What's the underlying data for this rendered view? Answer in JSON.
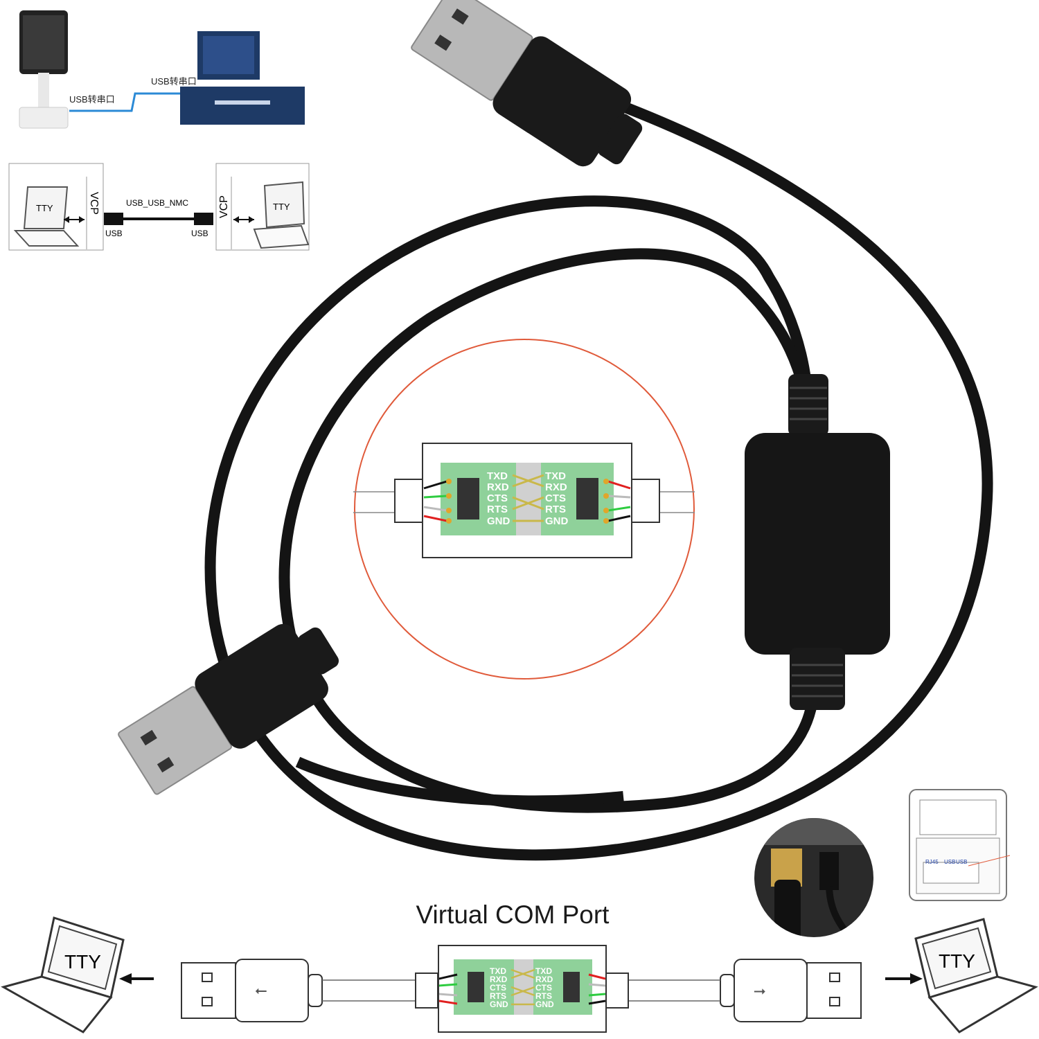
{
  "top_left_photo": {
    "label_left": "USB转串口",
    "label_right": "USB转串口"
  },
  "vcp_diagram": {
    "left_tty": "TTY",
    "right_tty": "TTY",
    "left_vcp": "VCP",
    "right_vcp": "VCP",
    "cable_label": "USB_USB_NMC",
    "left_usb": "USB",
    "right_usb": "USB"
  },
  "pcb_signals": [
    "TXD",
    "RXD",
    "CTS",
    "RTS",
    "GND"
  ],
  "bottom": {
    "title": "Virtual COM Port",
    "left_tty": "TTY",
    "right_tty": "TTY"
  },
  "printer_sketch": {
    "port_labels": [
      "RJ45",
      "USB",
      "USB"
    ]
  },
  "colors": {
    "cable": "#141414",
    "pcb_green": "#8fd19a",
    "pad": "#e0a62b",
    "circle": "#e05a3a",
    "wire_black": "#111111",
    "wire_green": "#2ecc40",
    "wire_white": "#cccccc",
    "wire_red": "#e02020",
    "cross_yellow": "#c9b84a"
  }
}
